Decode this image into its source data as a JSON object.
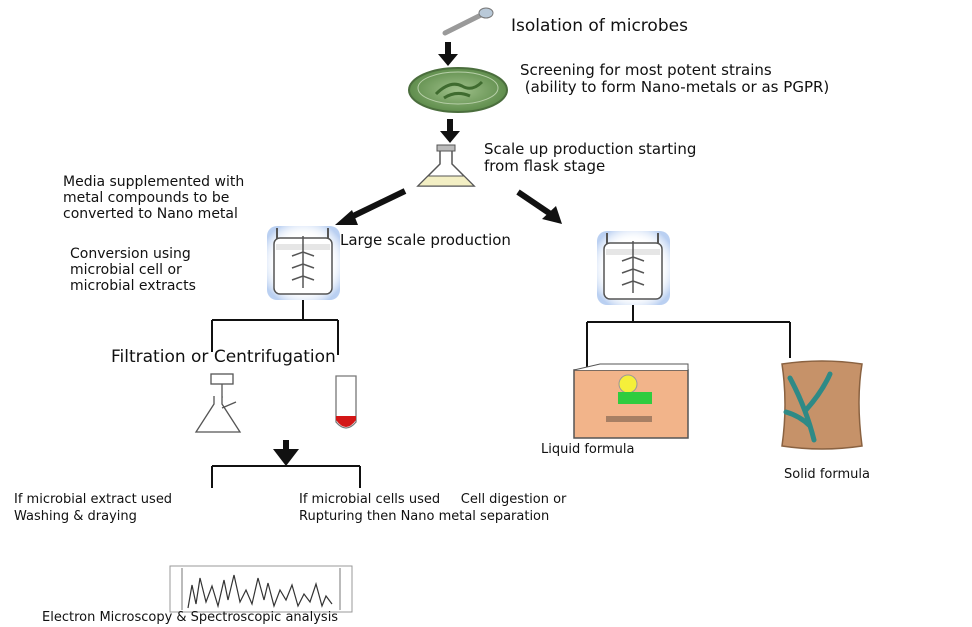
{
  "steps": {
    "isolation": "Isolation of microbes",
    "screening_line1": "Screening for most potent strains",
    "screening_line2": " (ability to form Nano-metals or as PGPR)",
    "scale_up_line1": "Scale up production starting",
    "scale_up_line2": "from flask stage",
    "media_line1": "Media supplemented with",
    "media_line2": "metal compounds to be",
    "media_line3": "converted to Nano metal",
    "large_scale": "Large scale production",
    "conversion_line1": "Conversion using",
    "conversion_line2": "microbial cell or",
    "conversion_line3": "microbial extracts",
    "filtration": "Filtration or Centrifugation",
    "liquid_formula": "Liquid formula",
    "solid_formula": "Solid formula",
    "extract_line1": "If microbial extract used",
    "extract_line2": "Washing & draying",
    "cells_line1": "If microbial cells used     Cell digestion or",
    "cells_line2": "Rupturing then Nano metal separation",
    "analysis": "Electron Microscopy & Spectroscopic analysis"
  },
  "colors": {
    "petri_dish": "#7fa86a",
    "colony": "#3f6b2f",
    "flask_liquid": "#f3efc4",
    "bioreactor_glow": "#a9c4ee",
    "tube_fill": "#d31616",
    "package_liquid": "#f2b48a",
    "package_solid": "#c69269",
    "plant": "#2f8a86",
    "label_yellow": "#f5ef3a",
    "label_green": "#2fcc3f"
  },
  "icons": {
    "pipette": "pipette-icon",
    "petri": "petri-dish-icon",
    "flask": "erlenmeyer-flask-icon",
    "bioreactor": "bioreactor-icon",
    "filter": "filtration-flask-icon",
    "tube": "centrifuge-tube-icon",
    "liquid": "liquid-package-icon",
    "solid": "solid-package-icon",
    "spectrum": "spectrum-chart-icon"
  }
}
